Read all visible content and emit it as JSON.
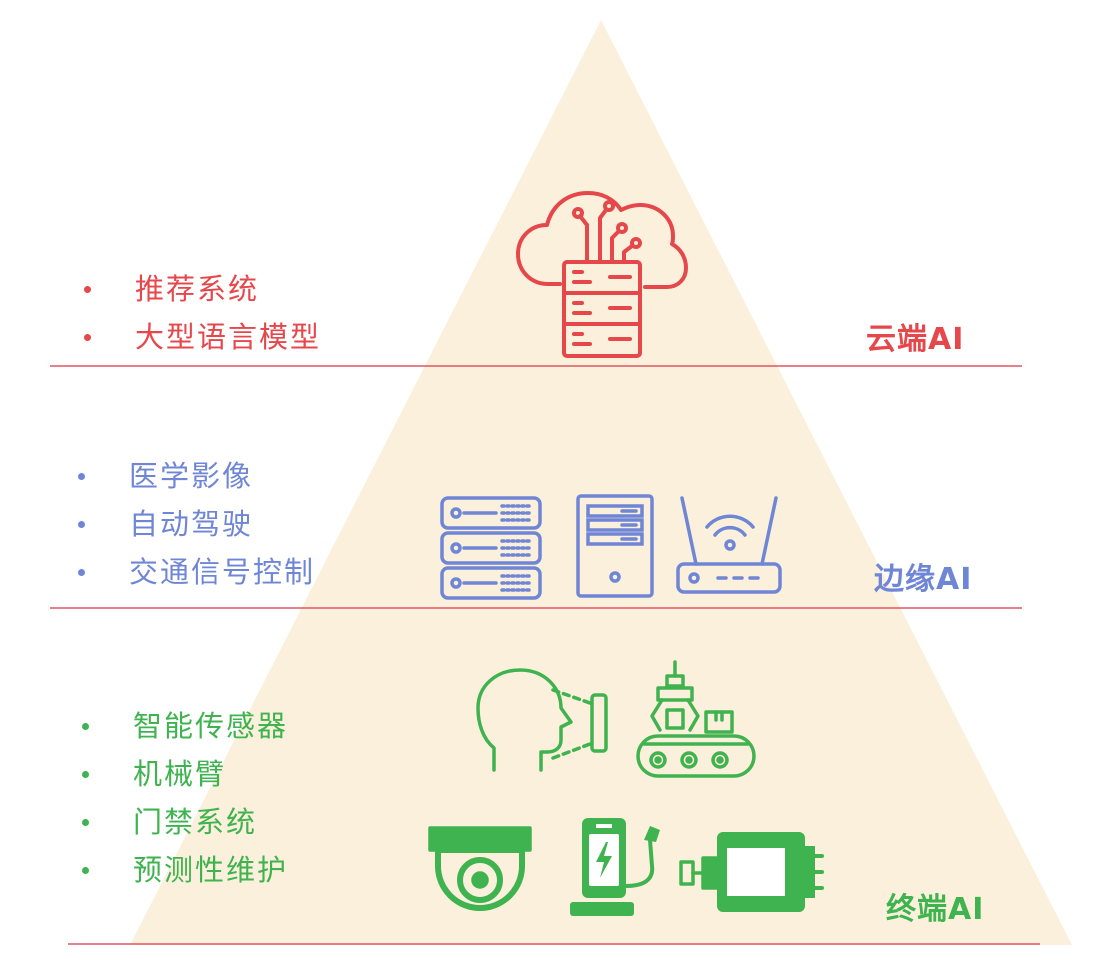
{
  "colors": {
    "pyramid": "#fbf0db",
    "divider": "#e05563",
    "cloud": "#e5474b",
    "edge": "#6f86d6",
    "end": "#3fb34f"
  },
  "tiers": {
    "cloud": {
      "label": "云端AI",
      "items": [
        "推荐系统",
        "大型语言模型"
      ],
      "icons": [
        "cloud-server-icon"
      ]
    },
    "edge": {
      "label": "边缘AI",
      "items": [
        "医学影像",
        "自动驾驶",
        "交通信号控制"
      ],
      "icons": [
        "server-rack-icon",
        "tower-server-icon",
        "wifi-router-icon"
      ]
    },
    "end": {
      "label": "终端AI",
      "items": [
        "智能传感器",
        "机械臂",
        "门禁系统",
        "预测性维护"
      ],
      "icons": [
        "face-recognition-icon",
        "robotic-arm-conveyor-icon",
        "dome-camera-icon",
        "charging-station-icon",
        "electric-motor-icon"
      ]
    }
  }
}
